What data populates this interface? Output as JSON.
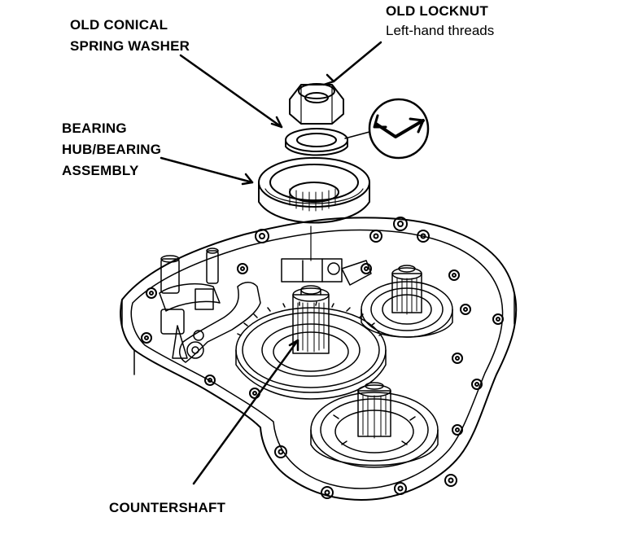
{
  "labels": {
    "old_conical_line1": "OLD CONICAL",
    "old_conical_line2": "SPRING WASHER",
    "old_locknut": "OLD LOCKNUT",
    "left_hand_threads": "Left-hand threads",
    "bearing_line1": "BEARING",
    "bearing_line2": "HUB/BEARING",
    "bearing_line3": "ASSEMBLY",
    "countershaft": "COUNTERSHAFT"
  },
  "colors": {
    "ink": "#000000",
    "paper": "#ffffff"
  },
  "icons": [
    "left-hand-thread-arrow-icon"
  ]
}
